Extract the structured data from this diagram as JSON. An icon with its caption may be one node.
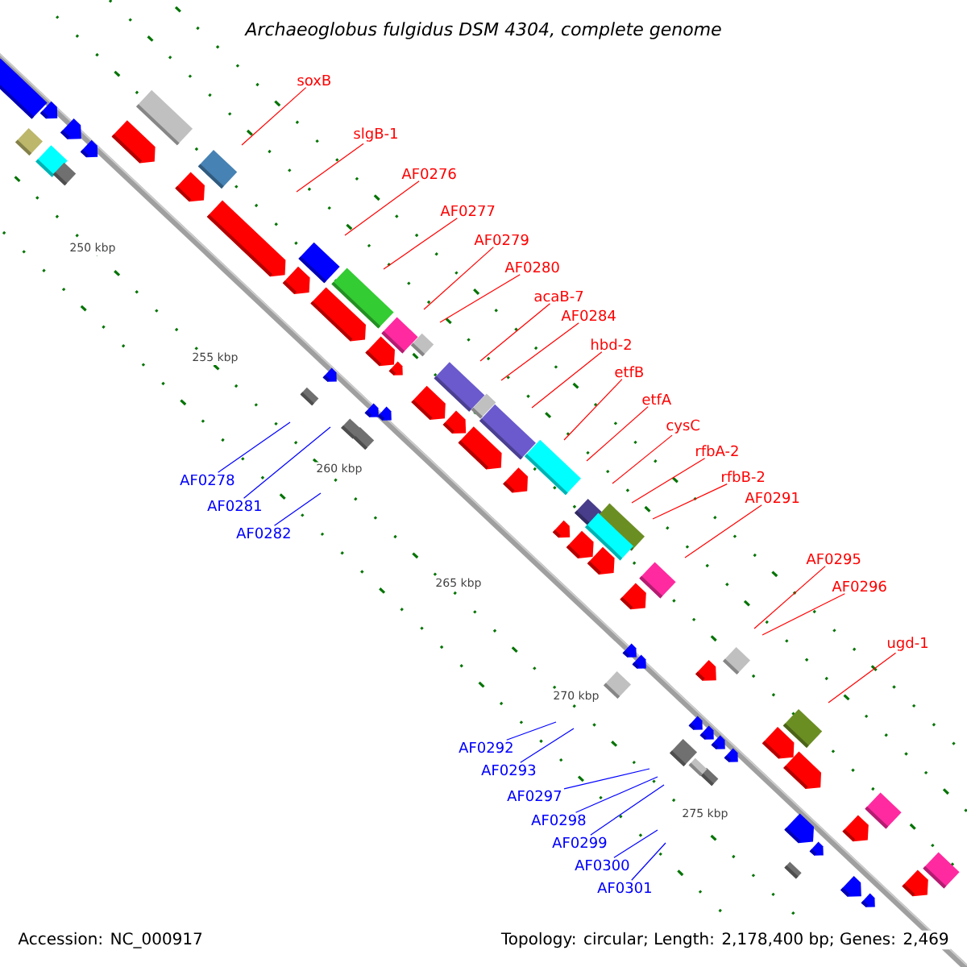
{
  "diagram": {
    "title": "Archaeoglobus fulgidus DSM 4304, complete genome",
    "nodes": [
      {
        "text": [
          "soxB"
        ]
      },
      {
        "text": [
          "slgB-1"
        ]
      },
      {
        "text": [
          "AF0276"
        ]
      },
      {
        "text": [
          "AF0277"
        ]
      },
      {
        "text": [
          "AF0279"
        ]
      },
      {
        "text": [
          "AF0280"
        ]
      },
      {
        "text": [
          "acaB-7"
        ]
      },
      {
        "text": [
          "AF0284"
        ]
      },
      {
        "text": [
          "hbd-2"
        ]
      },
      {
        "text": [
          "etfB"
        ]
      },
      {
        "text": [
          "etfA"
        ]
      },
      {
        "text": [
          "cysC"
        ]
      },
      {
        "text": [
          "rfbA-2"
        ]
      },
      {
        "text": [
          "rfbB-2"
        ]
      },
      {
        "text": [
          "AF0291"
        ]
      },
      {
        "text": [
          "AF0295"
        ]
      },
      {
        "text": [
          "AF0296"
        ]
      },
      {
        "text": [
          "ugd-1"
        ]
      },
      {
        "text": [
          "AF0278"
        ]
      },
      {
        "text": [
          "AF0281"
        ]
      },
      {
        "text": [
          "AF0282"
        ]
      },
      {
        "text": [
          "AF0292"
        ]
      },
      {
        "text": [
          "AF0293"
        ]
      },
      {
        "text": [
          "AF0297"
        ]
      },
      {
        "text": [
          "AF0298"
        ]
      },
      {
        "text": [
          "AF0299"
        ]
      },
      {
        "text": [
          "AF0300"
        ]
      },
      {
        "text": [
          "AF0301"
        ]
      }
    ],
    "edges": [
      {
        "from": 0,
        "to": null,
        "arrow": "none"
      },
      {
        "from": 1,
        "to": null,
        "arrow": "none"
      },
      {
        "from": 2,
        "to": null,
        "arrow": "none"
      },
      {
        "from": 3,
        "to": null,
        "arrow": "none"
      },
      {
        "from": 4,
        "to": null,
        "arrow": "none"
      },
      {
        "from": 5,
        "to": null,
        "arrow": "none"
      },
      {
        "from": 6,
        "to": null,
        "arrow": "none"
      },
      {
        "from": 7,
        "to": null,
        "arrow": "none"
      },
      {
        "from": 8,
        "to": null,
        "arrow": "none"
      },
      {
        "from": 9,
        "to": null,
        "arrow": "none"
      },
      {
        "from": 10,
        "to": null,
        "arrow": "none"
      },
      {
        "from": 11,
        "to": null,
        "arrow": "none"
      },
      {
        "from": 12,
        "to": null,
        "arrow": "none"
      },
      {
        "from": 13,
        "to": null,
        "arrow": "none"
      },
      {
        "from": 14,
        "to": null,
        "arrow": "none"
      },
      {
        "from": 15,
        "to": null,
        "arrow": "none"
      },
      {
        "from": 16,
        "to": null,
        "arrow": "none"
      },
      {
        "from": 17,
        "to": null,
        "arrow": "none"
      },
      {
        "from": 18,
        "to": null,
        "arrow": "none",
        "color": "#0000ff"
      },
      {
        "from": 19,
        "to": null,
        "arrow": "none",
        "color": "#0000ff"
      },
      {
        "from": 20,
        "to": null,
        "arrow": "none",
        "color": "#0000ff"
      },
      {
        "from": 21,
        "to": null,
        "arrow": "none",
        "color": "#0000ff"
      },
      {
        "from": 22,
        "to": null,
        "arrow": "none",
        "color": "#0000ff"
      },
      {
        "from": 23,
        "to": null,
        "arrow": "none",
        "color": "#0000ff"
      },
      {
        "from": 24,
        "to": null,
        "arrow": "none",
        "color": "#0000ff"
      },
      {
        "from": 25,
        "to": null,
        "arrow": "none",
        "color": "#0000ff"
      },
      {
        "from": 26,
        "to": null,
        "arrow": "none",
        "color": "#0000ff"
      },
      {
        "from": 27,
        "to": null,
        "arrow": "none",
        "color": "#0000ff"
      }
    ],
    "labels": [
      "250 kbp",
      "255 kbp",
      "260 kbp",
      "265 kbp",
      "270 kbp",
      "275 kbp",
      "Accession: NC_000917",
      "Topology: circular; Length: 2,178,400 bp; Genes: 2,469"
    ]
  }
}
